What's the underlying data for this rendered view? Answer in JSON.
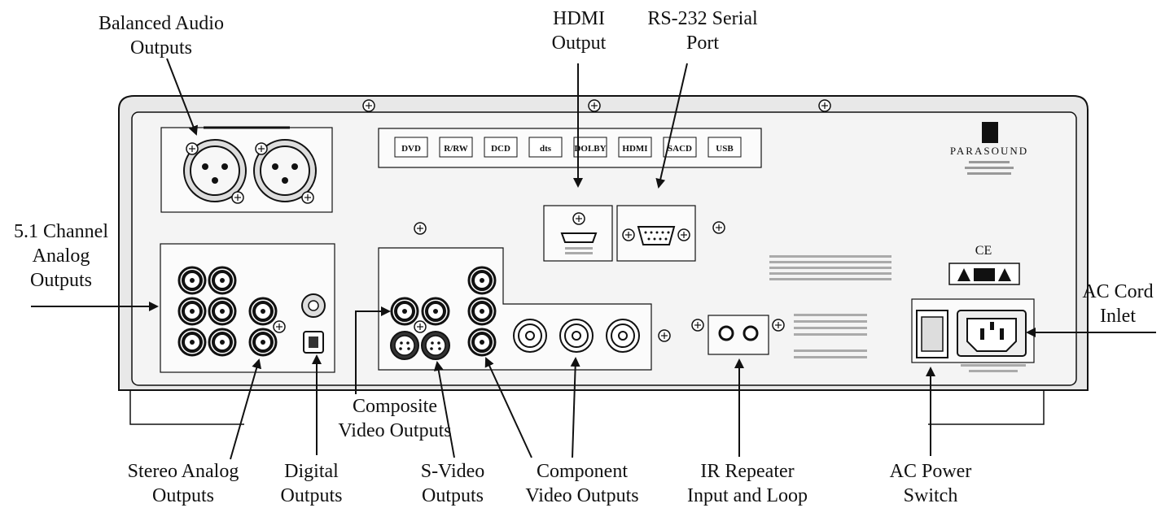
{
  "callouts": {
    "balanced_audio": [
      "Balanced Audio",
      "Outputs"
    ],
    "hdmi": [
      "HDMI",
      "Output"
    ],
    "rs232": [
      "RS-232 Serial",
      "Port"
    ],
    "analog_51": [
      "5.1 Channel",
      "Analog",
      "Outputs"
    ],
    "ac_cord": [
      "AC Cord",
      "Inlet"
    ],
    "composite": [
      "Composite",
      "Video Outputs"
    ],
    "stereo": [
      "Stereo Analog",
      "Outputs"
    ],
    "digital": [
      "Digital",
      "Outputs"
    ],
    "svideo": [
      "S-Video",
      "Outputs"
    ],
    "component": [
      "Component",
      "Video Outputs"
    ],
    "ir_repeater": [
      "IR Repeater",
      "Input and Loop"
    ],
    "ac_switch": [
      "AC Power",
      "Switch"
    ]
  },
  "panel": {
    "brand": "PARASOUND",
    "ce_mark": "CE",
    "logos": [
      "DVD",
      "R/RW",
      "DCD",
      "dts",
      "DOLBY",
      "HDMI",
      "SACD",
      "USB"
    ]
  },
  "colors": {
    "line": "#111111",
    "panel": "#f4f4f4",
    "jack": "#ffffff"
  }
}
